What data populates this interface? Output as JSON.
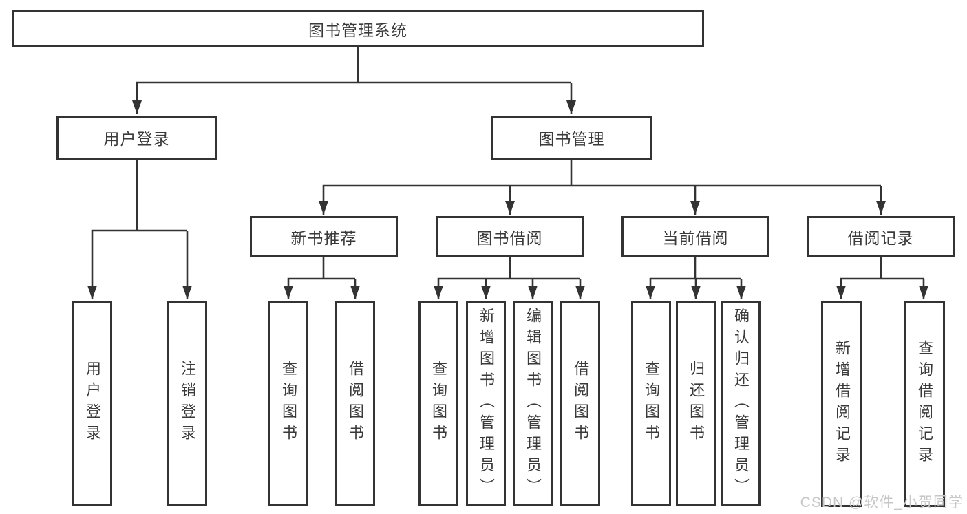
{
  "diagram": {
    "root": "图书管理系统",
    "level2": [
      "用户登录",
      "图书管理"
    ],
    "level3": [
      "新书推荐",
      "图书借阅",
      "当前借阅",
      "借阅记录"
    ],
    "leaves": [
      "用户登录",
      "注销登录",
      "查询图书",
      "借阅图书",
      "查询图书",
      "新增图书（管理员）",
      "编辑图书（管理员）",
      "借阅图书",
      "查询图书",
      "归还图书",
      "确认归还（管理员）",
      "新增借阅记录",
      "查询借阅记录"
    ],
    "colors": {
      "line": "#333333",
      "text": "#3a3a3a",
      "watermark": "#c7c7c7",
      "background": "#ffffff"
    }
  },
  "watermark": "CSDN @软件_小贺同学"
}
